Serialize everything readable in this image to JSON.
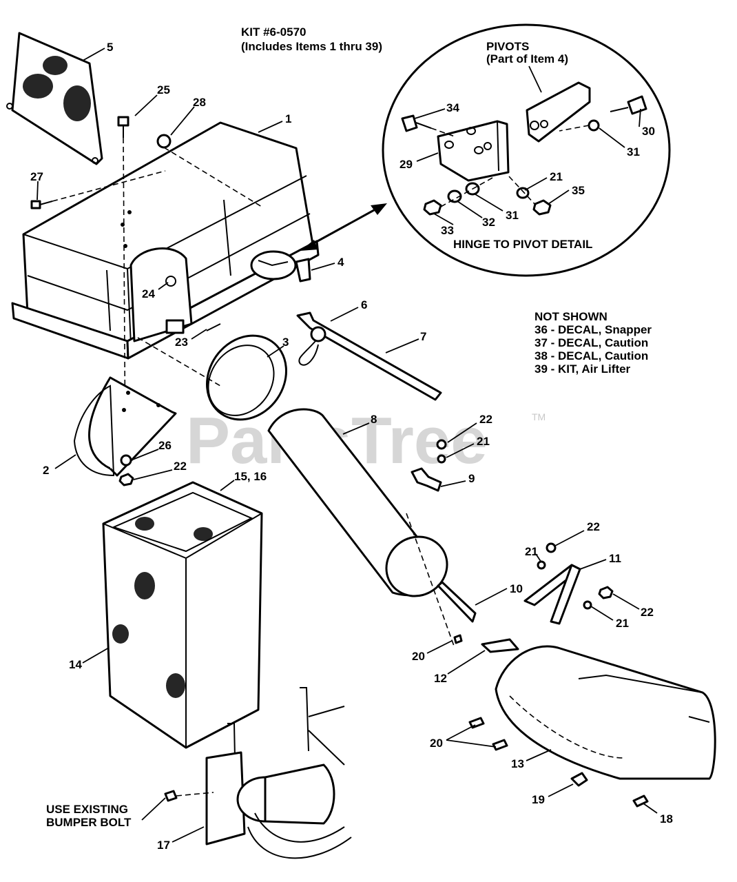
{
  "kit": {
    "line1": "KIT #6-0570",
    "line2": "(Includes Items 1 thru 39)"
  },
  "pivots": {
    "title": "PIVOTS",
    "subtitle": "(Part of Item 4)"
  },
  "detail_title": "HINGE TO PIVOT DETAIL",
  "not_shown": {
    "title": "NOT SHOWN",
    "items": [
      "36 - DECAL, Snapper",
      "37 - DECAL, Caution",
      "38 - DECAL, Caution",
      "39 - KIT, Air Lifter"
    ]
  },
  "bumper_note": {
    "line1": "USE EXISTING",
    "line2": "BUMPER BOLT"
  },
  "watermark": {
    "text": "PartsTree",
    "tm": "TM"
  },
  "callouts": [
    "5",
    "25",
    "28",
    "1",
    "27",
    "24",
    "23",
    "4",
    "6",
    "7",
    "3",
    "2",
    "26",
    "22",
    "15, 16",
    "8",
    "22",
    "21",
    "9",
    "14",
    "22",
    "21",
    "11",
    "22",
    "21",
    "10",
    "20",
    "12",
    "20",
    "13",
    "19",
    "18",
    "17",
    "34",
    "30",
    "29",
    "31",
    "21",
    "35",
    "33",
    "32",
    "31"
  ]
}
